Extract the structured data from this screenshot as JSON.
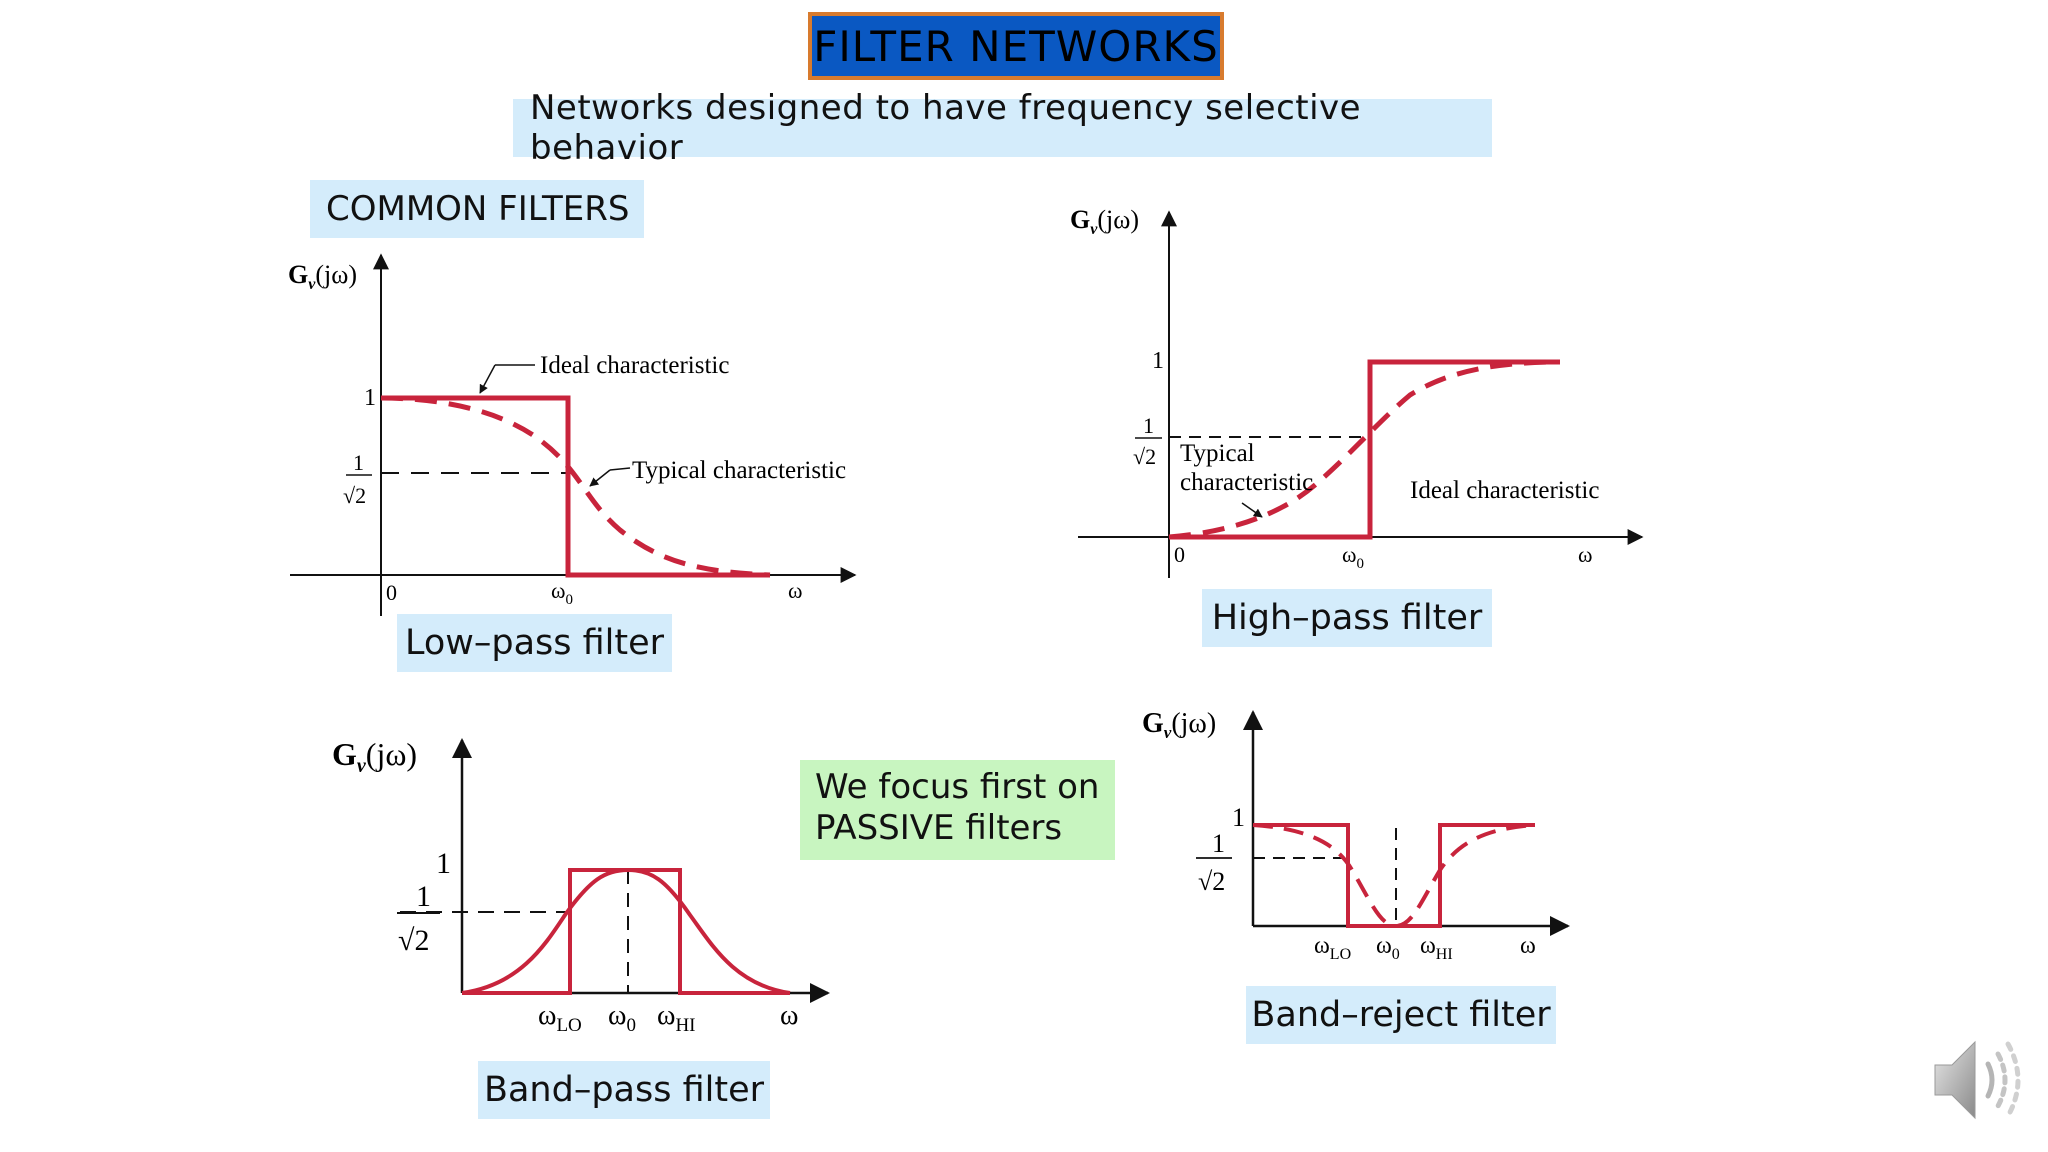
{
  "title": "FILTER NETWORKS",
  "subtitle": "Networks designed to have frequency selective behavior",
  "section_label": "COMMON FILTERS",
  "focus_note": {
    "line1": "We focus first on",
    "line2": "PASSIVE filters"
  },
  "colors": {
    "curve": "#c8243c",
    "axis": "#111111",
    "title_bg": "#0a58c2",
    "title_border": "#d87b2e",
    "label_bg": "#d4ecfb",
    "note_bg": "#c8f5c0"
  },
  "low_pass": {
    "caption": "Low–pass filter",
    "ylabel_main": "G",
    "ylabel_sub": "v",
    "ylabel_rest": "(jω)",
    "ideal_label": "Ideal characteristic",
    "typical_label": "Typical characteristic",
    "one": "1",
    "frac_num": "1",
    "frac_den": "√2",
    "zero": "0",
    "w0": "ω",
    "w0_sub": "0",
    "w": "ω"
  },
  "high_pass": {
    "caption": "High–pass filter",
    "ylabel_main": "G",
    "ylabel_sub": "v",
    "ylabel_rest": "(jω)",
    "typical_line1": "Typical",
    "typical_line2": "characteristic",
    "ideal_label": "Ideal characteristic",
    "one": "1",
    "frac_num": "1",
    "frac_den": "√2",
    "zero": "0",
    "w0": "ω",
    "w0_sub": "0",
    "w": "ω"
  },
  "band_pass": {
    "caption": "Band–pass filter",
    "ylabel_main": "G",
    "ylabel_sub": "v",
    "ylabel_rest": "(jω)",
    "one": "1",
    "frac_num": "1",
    "frac_den": "√2",
    "wlo": "ω",
    "wlo_sub": "LO",
    "w0": "ω",
    "w0_sub": "0",
    "whi": "ω",
    "whi_sub": "HI",
    "w": "ω"
  },
  "band_reject": {
    "caption": "Band–reject filter",
    "ylabel_main": "G",
    "ylabel_sub": "v",
    "ylabel_rest": "(jω)",
    "one": "1",
    "frac_num": "1",
    "frac_den": "√2",
    "wlo": "ω",
    "wlo_sub": "LO",
    "w0": "ω",
    "w0_sub": "0",
    "whi": "ω",
    "whi_sub": "HI",
    "w": "ω"
  }
}
